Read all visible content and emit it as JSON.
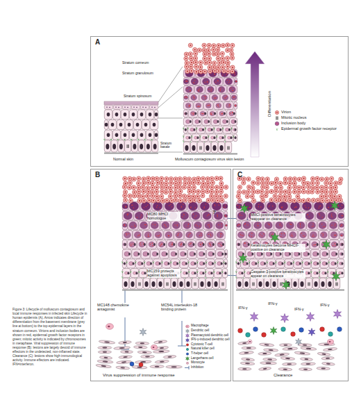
{
  "diagram": {
    "caption": "Figure 3: Lifecycle of molluscum contagiosum and local immune responses in infected skin Lifecycle in human epidermis (A). Arrow indicates direction of differentiation from the basement membrane (grey line at bottom) to the top epidermal layers in the stratum corneum. Virions and inclusion bodies are shown in red, epidermal growth factor receptors in green; mitotic activity is indicated by chromosomes in metaphase. Viral suppression of immune response (B): lesions are largely devoid of immune effectors in the undetected, non-inflamed state. Clearance (C): lesions show high immunological activity. Immune effectors are indicated. IFN=interferon.",
    "nodes": [
      {
        "text": [
          "A"
        ]
      },
      {
        "text": [
          "B"
        ]
      },
      {
        "text": [
          "C"
        ]
      }
    ],
    "labels": [
      "Stratum corneum",
      "Stratum granulosum",
      "Stratum spinosum",
      "Stratum basale",
      "Normal skin",
      "Molluscum contagiosum virus skin lesion",
      "Differentiation",
      "MC80 MHCI homologue",
      "?",
      "MHCI-positive keratinocytes reappear on clearance",
      "Keratinocytes become MHCII-positive on clearance",
      "MC159 protects against apoptosis",
      "Caspase-3-positive keratinocytes appear on clearance",
      "MC148 chemokine antagonist",
      "MC54L interleukin-18 binding protein",
      "IFN-γ",
      "IFN-γ",
      "IFN-γ",
      "IFN-γ",
      "Virus suppression of immune response",
      "Clearance"
    ],
    "legend": [
      {
        "text": "Virion"
      },
      {
        "text": "Mitotic nucleus"
      },
      {
        "text": "Inclusion body"
      },
      {
        "text": "Epidermal growth factor receptor"
      },
      {
        "text": "Macrophage"
      },
      {
        "text": "Dendritic cell"
      },
      {
        "text": "Plasmacytoid dendritic cell"
      },
      {
        "text": "IFN-γ-induced dendritic cell"
      },
      {
        "text": "Cytotoxic T-cell"
      },
      {
        "text": "Natural killer cell"
      },
      {
        "text": "T-helper cell"
      },
      {
        "text": "Langerhans cell"
      },
      {
        "text": "Monocyte"
      },
      {
        "text": "Inhibition"
      }
    ]
  }
}
